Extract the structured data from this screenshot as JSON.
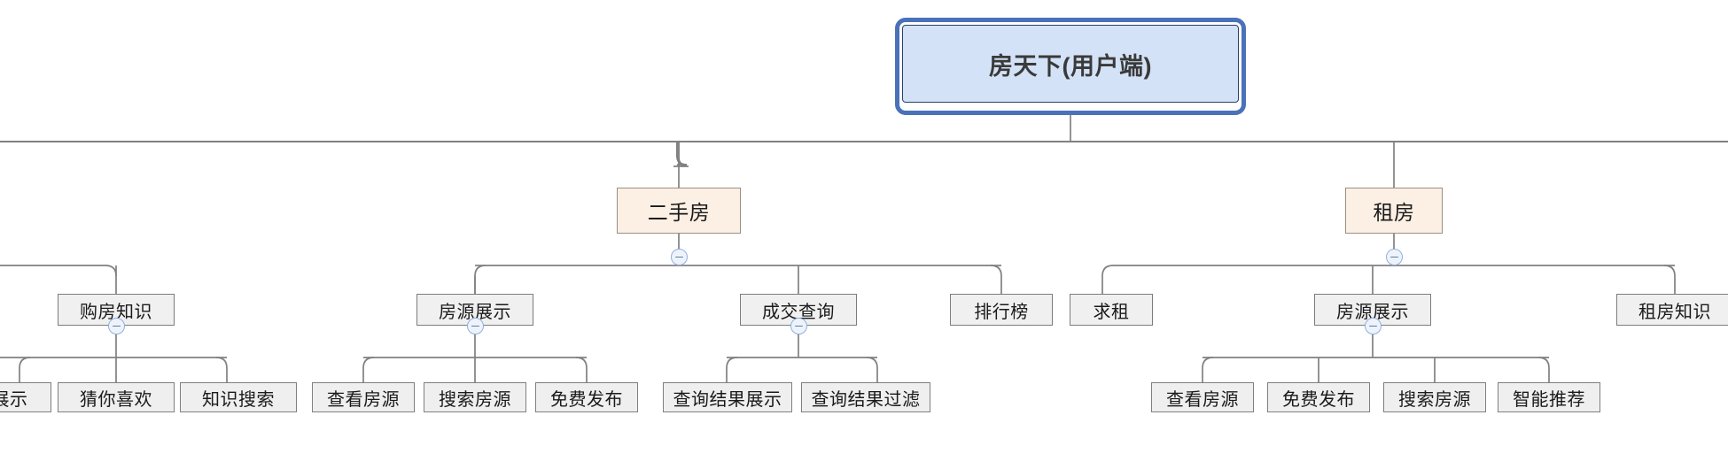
{
  "diagram": {
    "type": "mind-map-tree",
    "orientation": "top-down",
    "clipped_left": true,
    "clipped_right": true,
    "colors": {
      "root_fill": "#d4e2f7",
      "root_border": "#2b3f66",
      "root_selection": "#4a72b8",
      "level2_fill": "#fcefe4",
      "level2_border": "#9a8f84",
      "node_fill": "#efefef",
      "node_border": "#7f7f7f",
      "edge": "#808080",
      "toggle_border": "#8fb0dd",
      "toggle_fill": "#eef3fb",
      "toggle_glyph": "#5c7ea8",
      "text": "#1a1a1a",
      "canvas": "#ffffff"
    }
  },
  "root": {
    "label": "房天下(用户端)",
    "selected": true
  },
  "nodes": {
    "n_ershoufang": "二手房",
    "n_zufang": "租房",
    "n_goufangzhishi": "购房知识",
    "n_fangyuanzhanshi_1": "房源展示",
    "n_chengjiaochaxun": "成交查询",
    "n_paihangbang": "排行榜",
    "n_qiuzu": "求租",
    "n_fangyuanzhanshi_2": "房源展示",
    "n_zufangzhishi": "租房知识",
    "n_zhanshi_clipped": "展示",
    "n_cainixihuan": "猜你喜欢",
    "n_zhishisousuo": "知识搜索",
    "n_chakanfangyuan_1": "查看房源",
    "n_sousuofangyuan_1": "搜索房源",
    "n_mianfeifabu_1": "免费发布",
    "n_chaxunjieguozhanshi": "查询结果展示",
    "n_chaxunjieguoguolv": "查询结果过滤",
    "n_chakanfangyuan_2": "查看房源",
    "n_mianfeifabu_2": "免费发布",
    "n_sousuofangyuan_2": "搜索房源",
    "n_zhinengtuijian": "智能推荐"
  },
  "toggles": {
    "t_ershoufang": "collapse-toggle-minus",
    "t_zufang": "collapse-toggle-minus",
    "t_goufangzhishi": "collapse-toggle-minus",
    "t_fangyuanzhanshi_1": "collapse-toggle-minus",
    "t_chengjiaochaxun": "collapse-toggle-minus",
    "t_fangyuanzhanshi_2": "collapse-toggle-minus"
  }
}
